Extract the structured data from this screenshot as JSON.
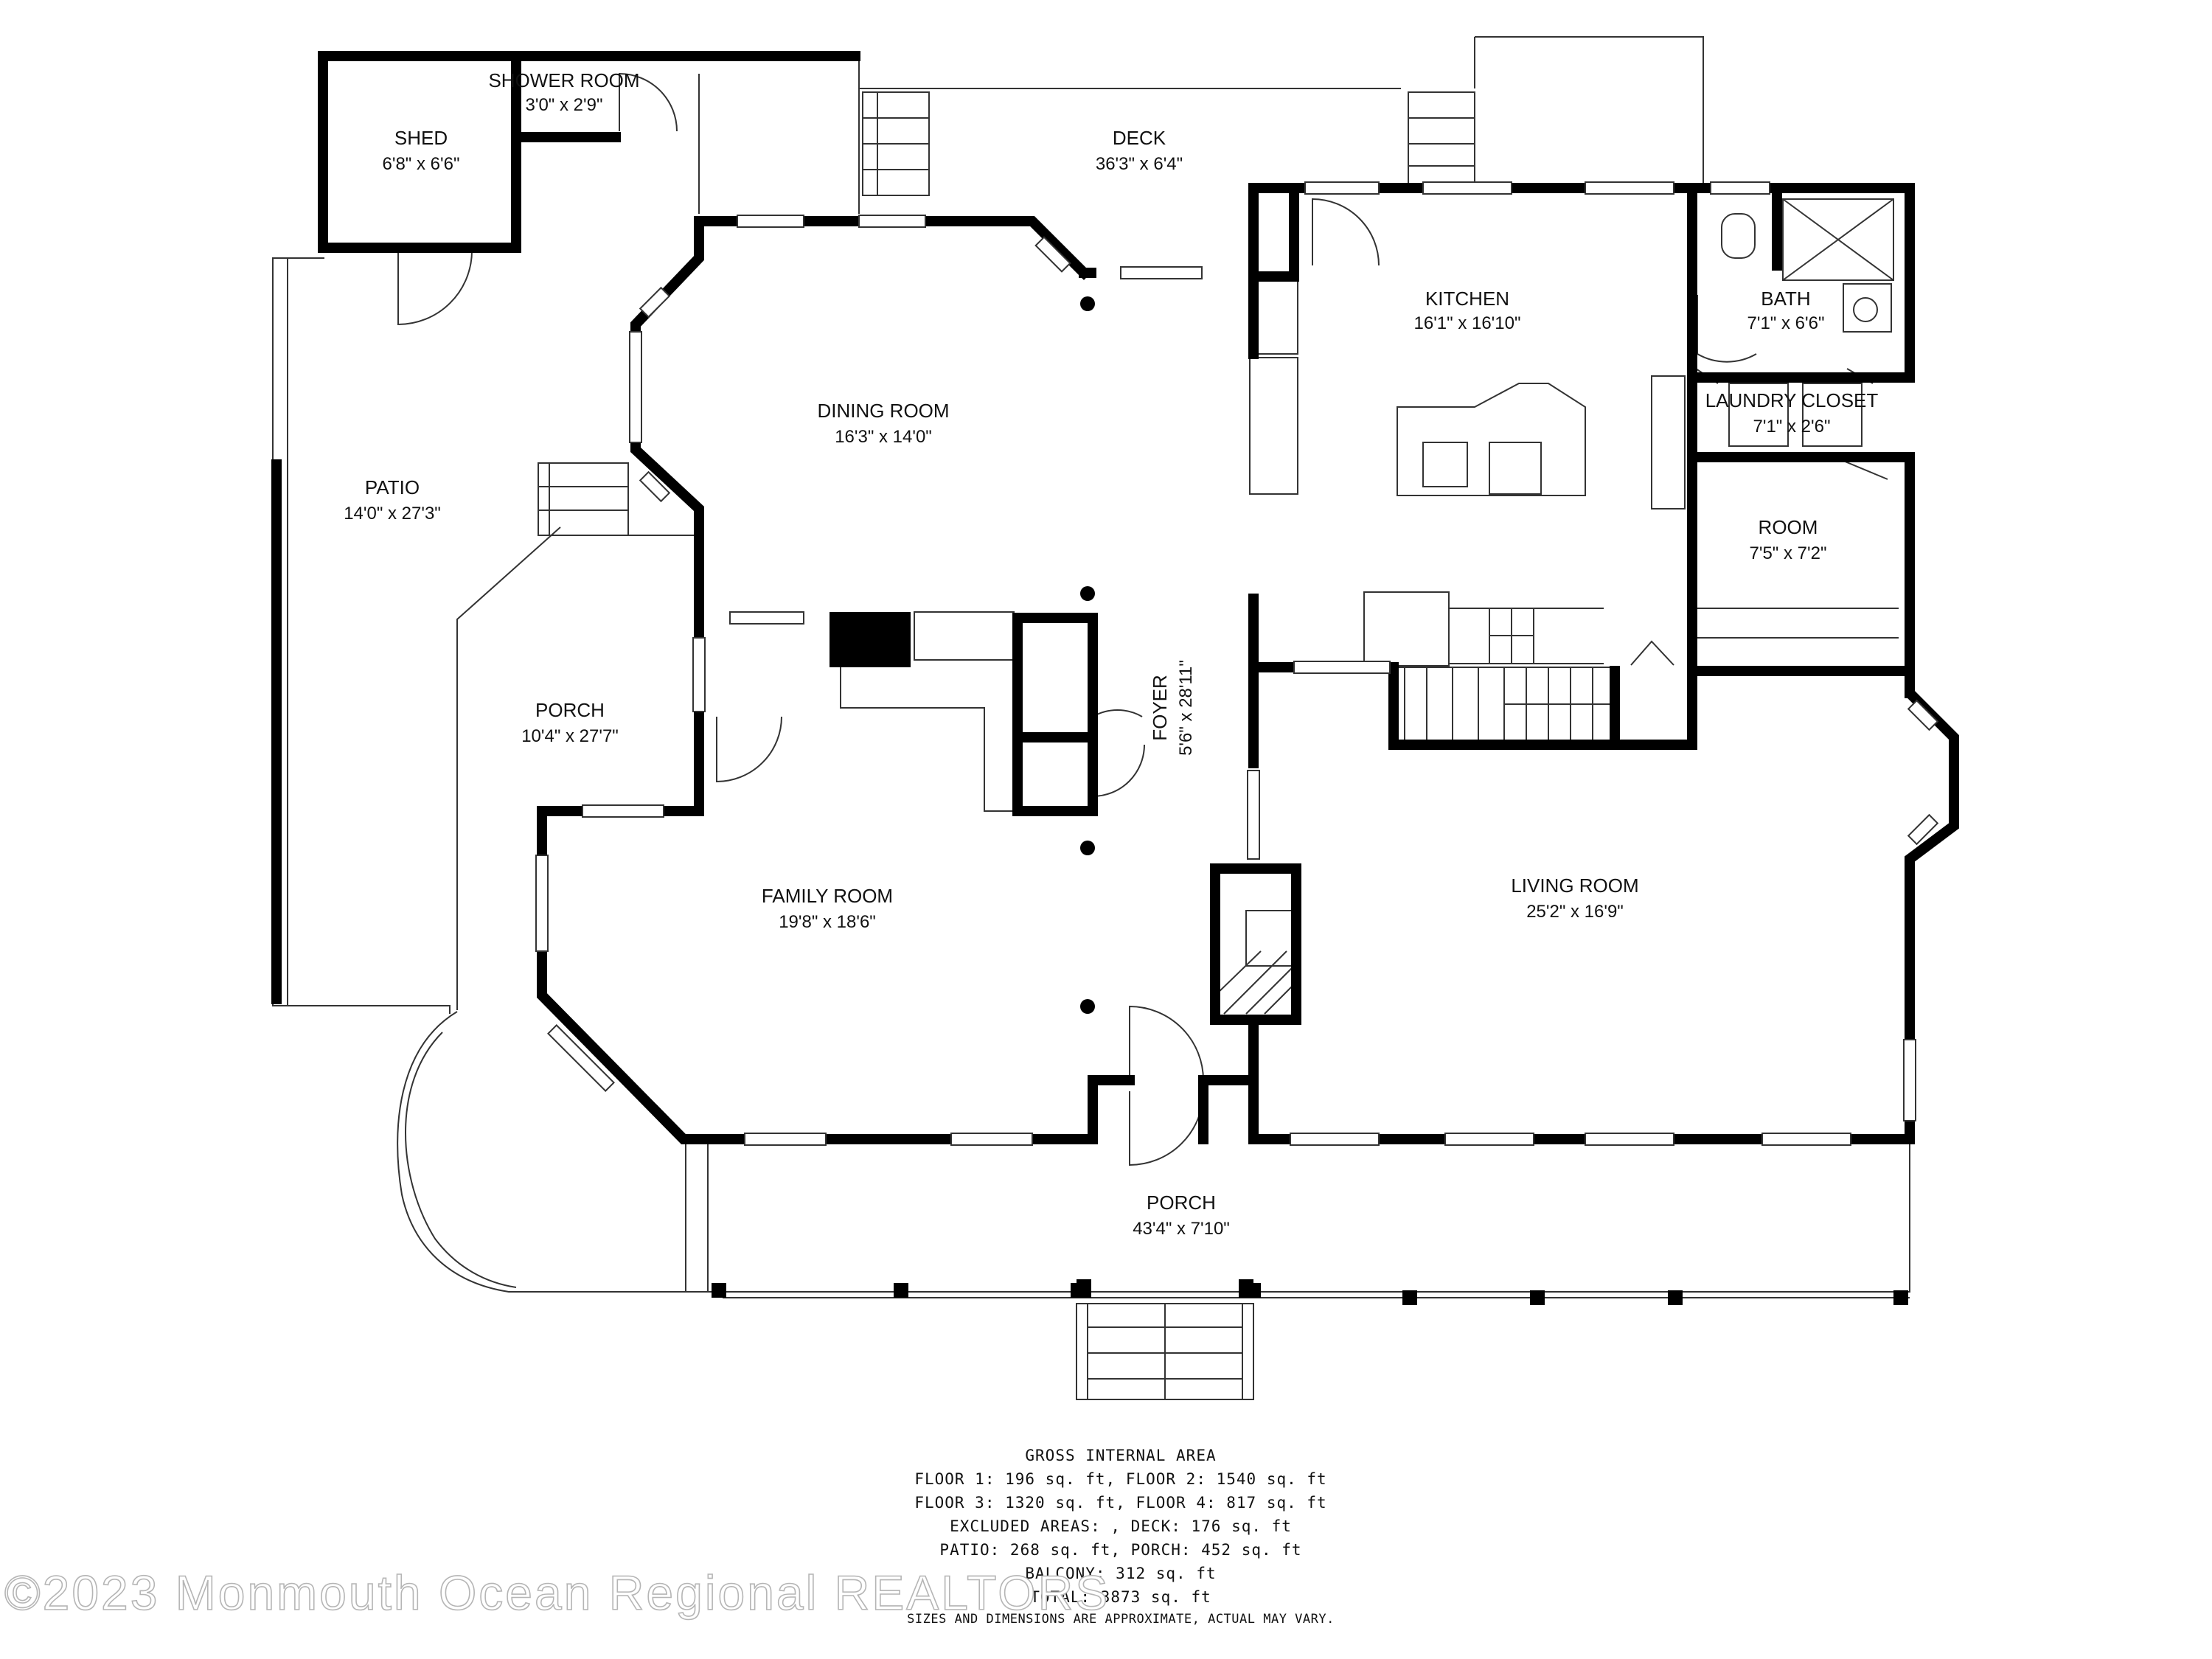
{
  "colors": {
    "wall": "#000000",
    "line": "#333333",
    "background": "#ffffff",
    "watermark_outline": "#b5b5b5"
  },
  "rooms": {
    "shower_room": {
      "name": "SHOWER ROOM",
      "dims": "3'0\" x 2'9\""
    },
    "shed": {
      "name": "SHED",
      "dims": "6'8\" x 6'6\""
    },
    "deck": {
      "name": "DECK",
      "dims": "36'3\" x 6'4\""
    },
    "kitchen": {
      "name": "KITCHEN",
      "dims": "16'1\" x 16'10\""
    },
    "bath": {
      "name": "BATH",
      "dims": "7'1\" x 6'6\""
    },
    "laundry_closet": {
      "name": "LAUNDRY CLOSET",
      "dims": "7'1\" x 2'6\""
    },
    "dining_room": {
      "name": "DINING ROOM",
      "dims": "16'3\" x 14'0\""
    },
    "patio": {
      "name": "PATIO",
      "dims": "14'0\" x 27'3\""
    },
    "room": {
      "name": "ROOM",
      "dims": "7'5\" x 7'2\""
    },
    "porch_side": {
      "name": "PORCH",
      "dims": "10'4\" x 27'7\""
    },
    "foyer": {
      "name": "FOYER",
      "dims": "5'6\" x 28'11\""
    },
    "family_room": {
      "name": "FAMILY ROOM",
      "dims": "19'8\" x 18'6\""
    },
    "living_room": {
      "name": "LIVING ROOM",
      "dims": "25'2\" x 16'9\""
    },
    "porch_front": {
      "name": "PORCH",
      "dims": "43'4\" x 7'10\""
    }
  },
  "area_summary": {
    "heading": "GROSS INTERNAL AREA",
    "lines": [
      "FLOOR 1: 196 sq. ft, FLOOR 2: 1540 sq. ft",
      "FLOOR 3: 1320 sq. ft, FLOOR 4: 817 sq. ft",
      "EXCLUDED AREAS: , DECK: 176 sq. ft",
      "PATIO: 268 sq. ft, PORCH: 452 sq. ft",
      "BALCONY: 312 sq. ft",
      "TOTAL: 3873 sq. ft"
    ],
    "disclaimer": "SIZES AND DIMENSIONS ARE APPROXIMATE, ACTUAL MAY VARY."
  },
  "watermark": "©2023 Monmouth Ocean Regional REALTORS"
}
